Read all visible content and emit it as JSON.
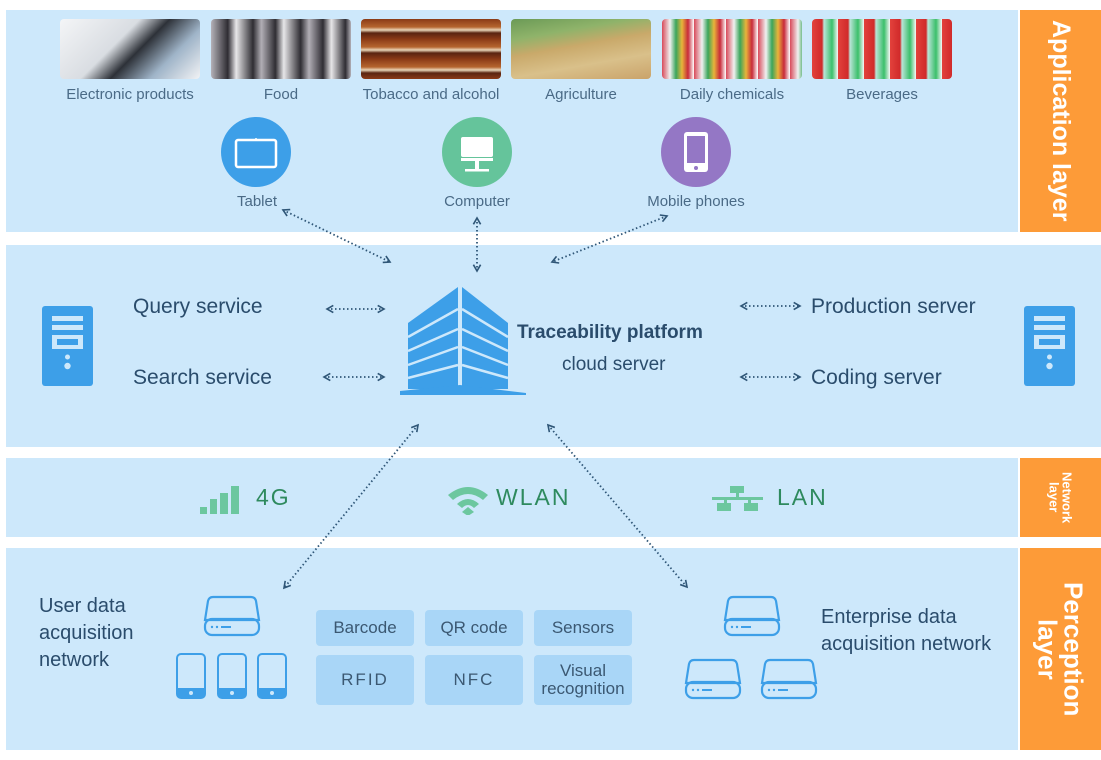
{
  "layers": {
    "application": "Application layer",
    "network": "Network layer",
    "perception": "Perception layer"
  },
  "industries": [
    {
      "label": "Electronic products",
      "image": "electronic-products-photo"
    },
    {
      "label": "Food",
      "image": "food-packages-photo"
    },
    {
      "label": "Tobacco and alcohol",
      "image": "liquor-shelf-photo"
    },
    {
      "label": "Agriculture",
      "image": "farm-field-photo"
    },
    {
      "label": "Daily chemicals",
      "image": "supermarket-shelf-photo"
    },
    {
      "label": "Beverages",
      "image": "beverage-shelf-photo"
    }
  ],
  "devices": [
    {
      "label": "Tablet",
      "icon": "tablet-icon",
      "color": "#3d9fe8"
    },
    {
      "label": "Computer",
      "icon": "computer-icon",
      "color": "#65c49b"
    },
    {
      "label": "Mobile phones",
      "icon": "mobile-phone-icon",
      "color": "#9477c5"
    }
  ],
  "cloud": {
    "title": "Traceability platform",
    "subtitle": "cloud server",
    "left_services": [
      "Query service",
      "Search service"
    ],
    "right_services": [
      "Production server",
      "Coding server"
    ]
  },
  "network": [
    {
      "label": "4G",
      "icon": "signal-bars-icon"
    },
    {
      "label": "WLAN",
      "icon": "wifi-icon"
    },
    {
      "label": "LAN",
      "icon": "lan-network-icon"
    }
  ],
  "perception": {
    "user_network": "User data acquisition network",
    "user_network_lines": [
      "User data",
      "acquisition",
      "network"
    ],
    "enterprise_network_lines": [
      "Enterprise data",
      "acquisition network"
    ],
    "technologies": [
      "Barcode",
      "QR code",
      "Sensors",
      "RFID",
      "NFC",
      "Visual recognition"
    ],
    "visual_lines": [
      "Visual",
      "recognition"
    ]
  },
  "colors": {
    "band": "#cde8fb",
    "tab": "#fd9b38",
    "icon_blue": "#3d9fe8",
    "network_green": "#6cc79f",
    "text_dark": "#2a4c6c"
  }
}
